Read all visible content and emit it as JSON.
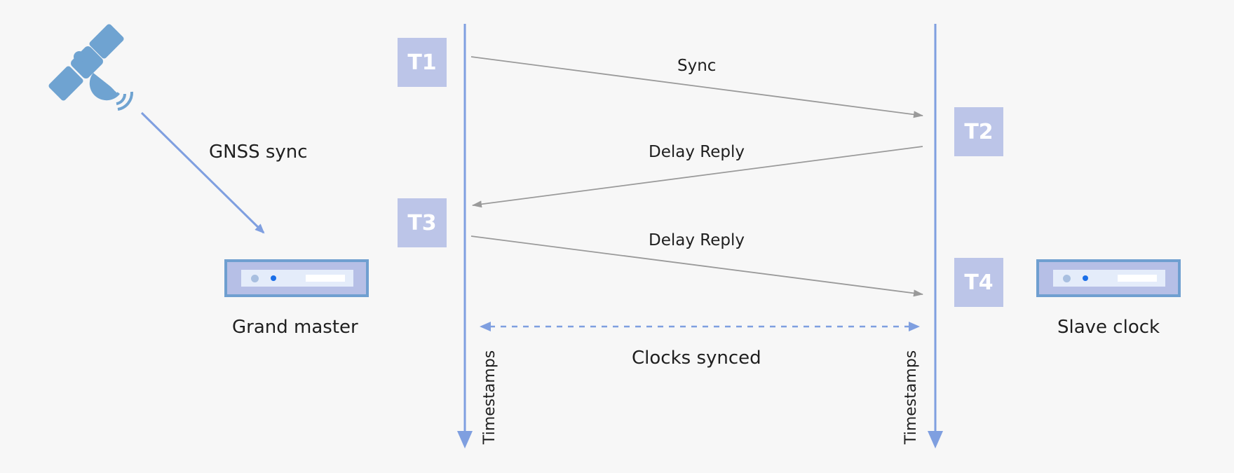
{
  "satellite": {
    "icon": "satellite-icon",
    "color": "#6fa3d1"
  },
  "gnss": {
    "label": "GNSS sync"
  },
  "grand_master": {
    "label": "Grand master",
    "icon": "server-icon"
  },
  "slave_clock": {
    "label": "Slave clock",
    "icon": "server-icon"
  },
  "timelines": {
    "left_label": "Timestamps",
    "right_label": "Timestamps",
    "color": "#7f9fe0"
  },
  "timestamps": [
    "T1",
    "T2",
    "T3",
    "T4"
  ],
  "messages": [
    "Sync",
    "Delay Reply",
    "Delay Reply"
  ],
  "synced": {
    "label": "Clocks synced"
  },
  "colors": {
    "background": "#f7f7f7",
    "box": "#bcc5e8",
    "arrow": "#9a9a9a",
    "timeline": "#7f9fe0"
  }
}
